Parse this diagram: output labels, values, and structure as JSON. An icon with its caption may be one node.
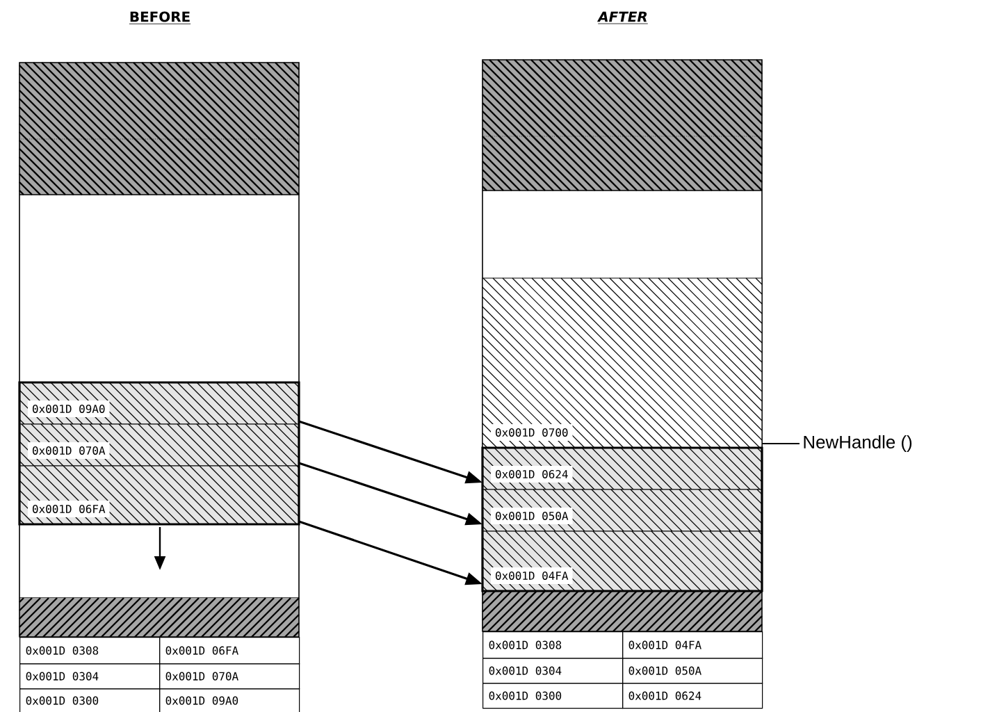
{
  "diagram": {
    "nodes": [
      {
        "text": [
          "0x001D 09A0"
        ]
      },
      {
        "text": [
          "0x001D 070A"
        ]
      },
      {
        "text": [
          "0x001D 06FA"
        ]
      },
      {
        "text": [
          "0x001D 0700"
        ]
      },
      {
        "text": [
          "0x001D 0624"
        ]
      },
      {
        "text": [
          "0x001D 050A"
        ]
      },
      {
        "text": [
          "0x001D 04FA"
        ]
      },
      {
        "text": [
          "NewHandle ()"
        ]
      }
    ],
    "edges": [
      {
        "from": 0,
        "to": 4,
        "arrow": "to"
      },
      {
        "from": 1,
        "to": 5,
        "arrow": "to"
      },
      {
        "from": 2,
        "to": 6,
        "arrow": "to"
      },
      {
        "from": 7,
        "to": 3,
        "arrow": "none"
      }
    ],
    "labels": [
      "BEFORE",
      "AFTER",
      "0x001D 0308",
      "0x001D 06FA",
      "0x001D 0304",
      "0x001D 070A",
      "0x001D 0300",
      "0x001D 09A0",
      "0x001D 0308",
      "0x001D 04FA",
      "0x001D 0304",
      "0x001D 050A",
      "0x001D 0300",
      "0x001D 0624"
    ]
  }
}
